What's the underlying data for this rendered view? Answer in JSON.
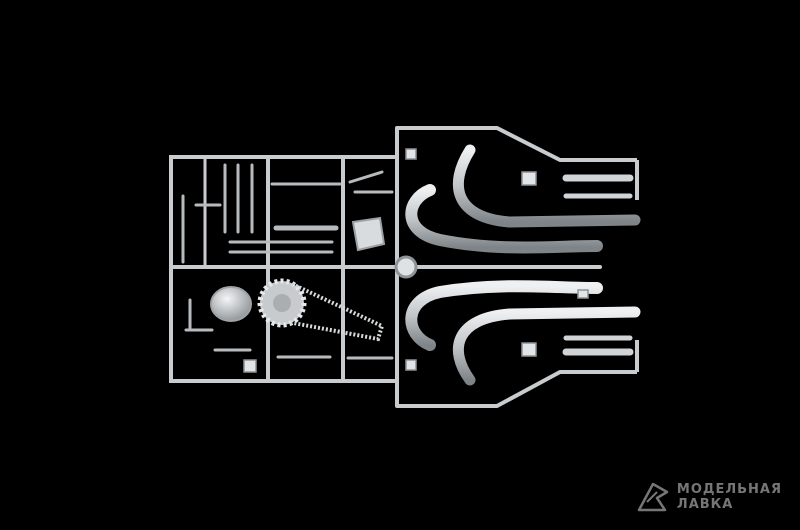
{
  "image": {
    "subject": "sprue",
    "background_color": "#000000",
    "plastic_color": "#c9cdd0"
  },
  "watermark": {
    "line1": "МОДЕЛЬНАЯ",
    "line2": "ЛАВКА",
    "icon": "logo-icon"
  }
}
